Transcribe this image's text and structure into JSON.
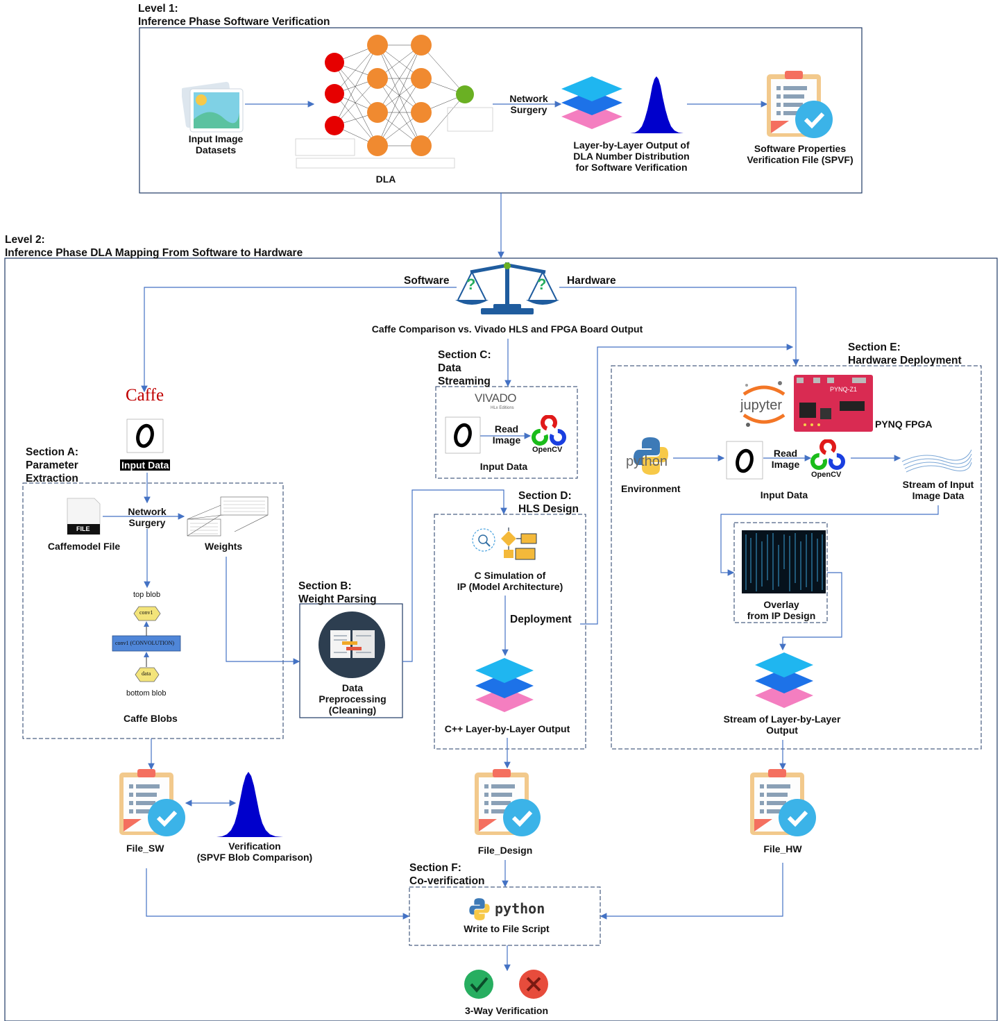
{
  "level1": {
    "line1": "Level 1:",
    "line2": "Inference Phase Software Verification",
    "input_label": [
      "Input Image",
      "Datasets"
    ],
    "dla_label": "DLA",
    "network_surgery": [
      "Network",
      "Surgery"
    ],
    "layer_output": [
      "Layer-by-Layer Output of",
      "DLA Number Distribution",
      "for Software Verification"
    ],
    "spvf": [
      "Software Properties",
      "Verification File (SPVF)"
    ]
  },
  "level2": {
    "line1": "Level 2:",
    "line2": "Inference Phase DLA Mapping From Software to Hardware",
    "software": "Software",
    "hardware": "Hardware",
    "comparison": "Caffe Comparison vs. Vivado HLS  and FPGA Board Output"
  },
  "section_a": {
    "title": [
      "Section A:",
      "Parameter",
      "Extraction"
    ],
    "caffe_logo": "Caffe",
    "input_data": "Input Data",
    "file_icon_text": "FILE",
    "caffemodel": "Caffemodel File",
    "network_surgery": [
      "Network",
      "Surgery"
    ],
    "weights": "Weights",
    "top_blob": "top blob",
    "conv1": "conv1",
    "conv1_layer": "conv1 (CONVOLUTION)",
    "data": "data",
    "bottom_blob": "bottom blob",
    "caffe_blobs": "Caffe Blobs",
    "file_sw": "File_SW",
    "verification": [
      "Verification",
      "(SPVF Blob Comparison)"
    ]
  },
  "section_b": {
    "title": [
      "Section B:",
      "Weight Parsing"
    ],
    "label": [
      "Data",
      "Preprocessing",
      "(Cleaning)"
    ]
  },
  "section_c": {
    "title": [
      "Section C:",
      "Data",
      "Streaming"
    ],
    "vivado": "VIVADO",
    "vivado_sub": "HLx Editions",
    "read_image": [
      "Read",
      "Image"
    ],
    "opencv": "OpenCV",
    "input_data": "Input Data"
  },
  "section_d": {
    "title": [
      "Section D:",
      "HLS Design"
    ],
    "c_sim": [
      "C Simulation of",
      "IP (Model Architecture)"
    ],
    "deployment": "Deployment",
    "cpp_output": "C++ Layer-by-Layer Output",
    "file_design": "File_Design"
  },
  "section_e": {
    "title": [
      "Section E:",
      "Hardware Deployment"
    ],
    "jupyter": "jupyter",
    "pynq_board_text": "PYNQ-Z1",
    "pynq": "PYNQ FPGA",
    "python_logo": "python",
    "environment": "Environment",
    "read_image": [
      "Read",
      "Image"
    ],
    "opencv": "OpenCV",
    "input_data": "Input Data",
    "stream_input": [
      "Stream of Input",
      "Image Data"
    ],
    "overlay": [
      "Overlay",
      "from IP Design"
    ],
    "stream_output": [
      "Stream of Layer-by-Layer",
      "Output"
    ],
    "file_hw": "File_HW"
  },
  "section_f": {
    "title": [
      "Section F:",
      "Co-verification"
    ],
    "python_logo": "python",
    "script": "Write to File Script",
    "result": "3-Way Verification"
  },
  "colors": {
    "wire": "#4472c4",
    "box_border": "#1f3864",
    "neuron_red": "#e60000",
    "neuron_orange": "#f08a30",
    "neuron_green": "#6ab023",
    "layer_cyan": "#1fb6f0",
    "layer_blue": "#1d72e8",
    "layer_pink": "#f47ec0",
    "histogram_blue": "#0000cc",
    "check_blue": "#3bb3e8",
    "clipboard_tan": "#f2c98c",
    "scale_blue": "#1f5c9e",
    "green_ok": "#27ae60",
    "red_no": "#e74c3c"
  }
}
